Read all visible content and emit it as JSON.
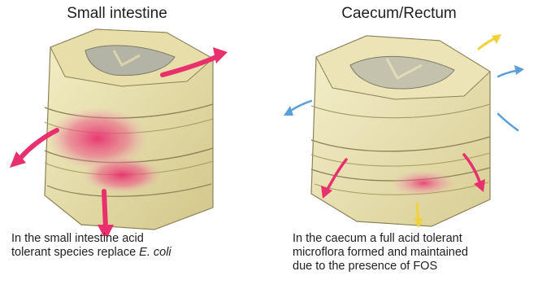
{
  "panels": [
    {
      "title": "Small intestine",
      "caption_text": "In the small intestine acid\ntolerant species replace ",
      "caption_italic": "E. coli"
    },
    {
      "title": "Caecum/Rectum",
      "caption_text": "In the caecum a full acid tolerant\nmicroflora formed and maintained\ndue to the presence of FOS"
    }
  ],
  "colors": {
    "tissue_light": "#efe9b8",
    "tissue_mid": "#dfd49a",
    "tissue_shadow": "#b9ab6c",
    "lumen_grey": "#b4b4a6",
    "ridge_line": "#8c8258",
    "arrow_pink": "#e8306e",
    "arrow_blue": "#5a9fd8",
    "arrow_yellow": "#f0d23c"
  }
}
